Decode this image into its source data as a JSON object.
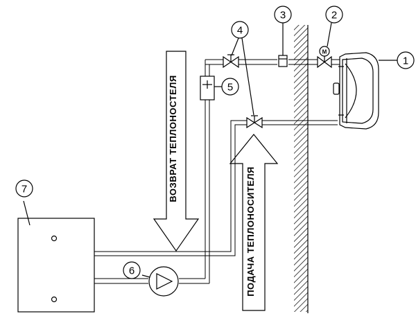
{
  "labels": {
    "heater": "1",
    "motor_valve": "2",
    "air_vent": "3",
    "shutoff_valves": "4",
    "filter": "5",
    "pump": "6",
    "boiler": "7",
    "motor_symbol": "M"
  },
  "arrows": {
    "return": "ВОЗВРАТ ТЕПЛОНОСТЕЛЯ",
    "supply": "ПОДАЧА ТЕПЛОНОСИТЕЛЯ"
  }
}
